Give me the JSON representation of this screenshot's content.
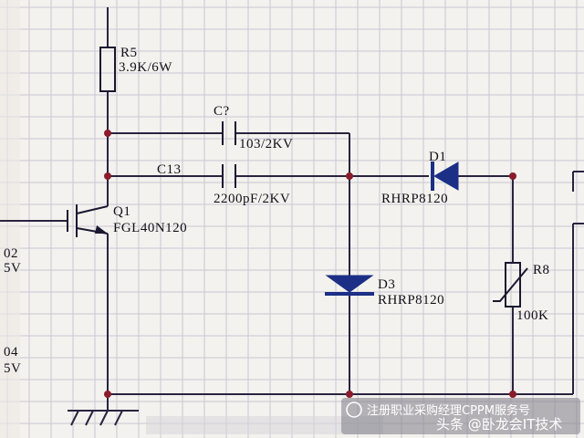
{
  "components": {
    "r5": {
      "ref": "R5",
      "value": "3.9K/6W"
    },
    "c_unknown": {
      "ref": "C?",
      "value": "103/2KV"
    },
    "c13": {
      "ref": "C13",
      "value": "2200pF/2KV"
    },
    "d1": {
      "ref": "D1",
      "value": "RHRP8120"
    },
    "q1": {
      "ref": "Q1",
      "value": "FGL40N120"
    },
    "d3": {
      "ref": "D3",
      "value": "RHRP8120"
    },
    "r8": {
      "ref": "R8",
      "value": "100K"
    }
  },
  "edge_labels": {
    "left_top_ref": "02",
    "left_top_val": "5V",
    "left_bot_ref": "04",
    "left_bot_val": "5V"
  },
  "watermark": {
    "line1": "注册职业采购经理CPPM服务号",
    "line2": "头条 @卧龙会IT技术"
  },
  "colors": {
    "wire": "#2a2340",
    "node": "#8a1c2c",
    "diode_fill": "#1c2f86",
    "grid": "#c9c7d3",
    "background": "#f4f2ee"
  }
}
